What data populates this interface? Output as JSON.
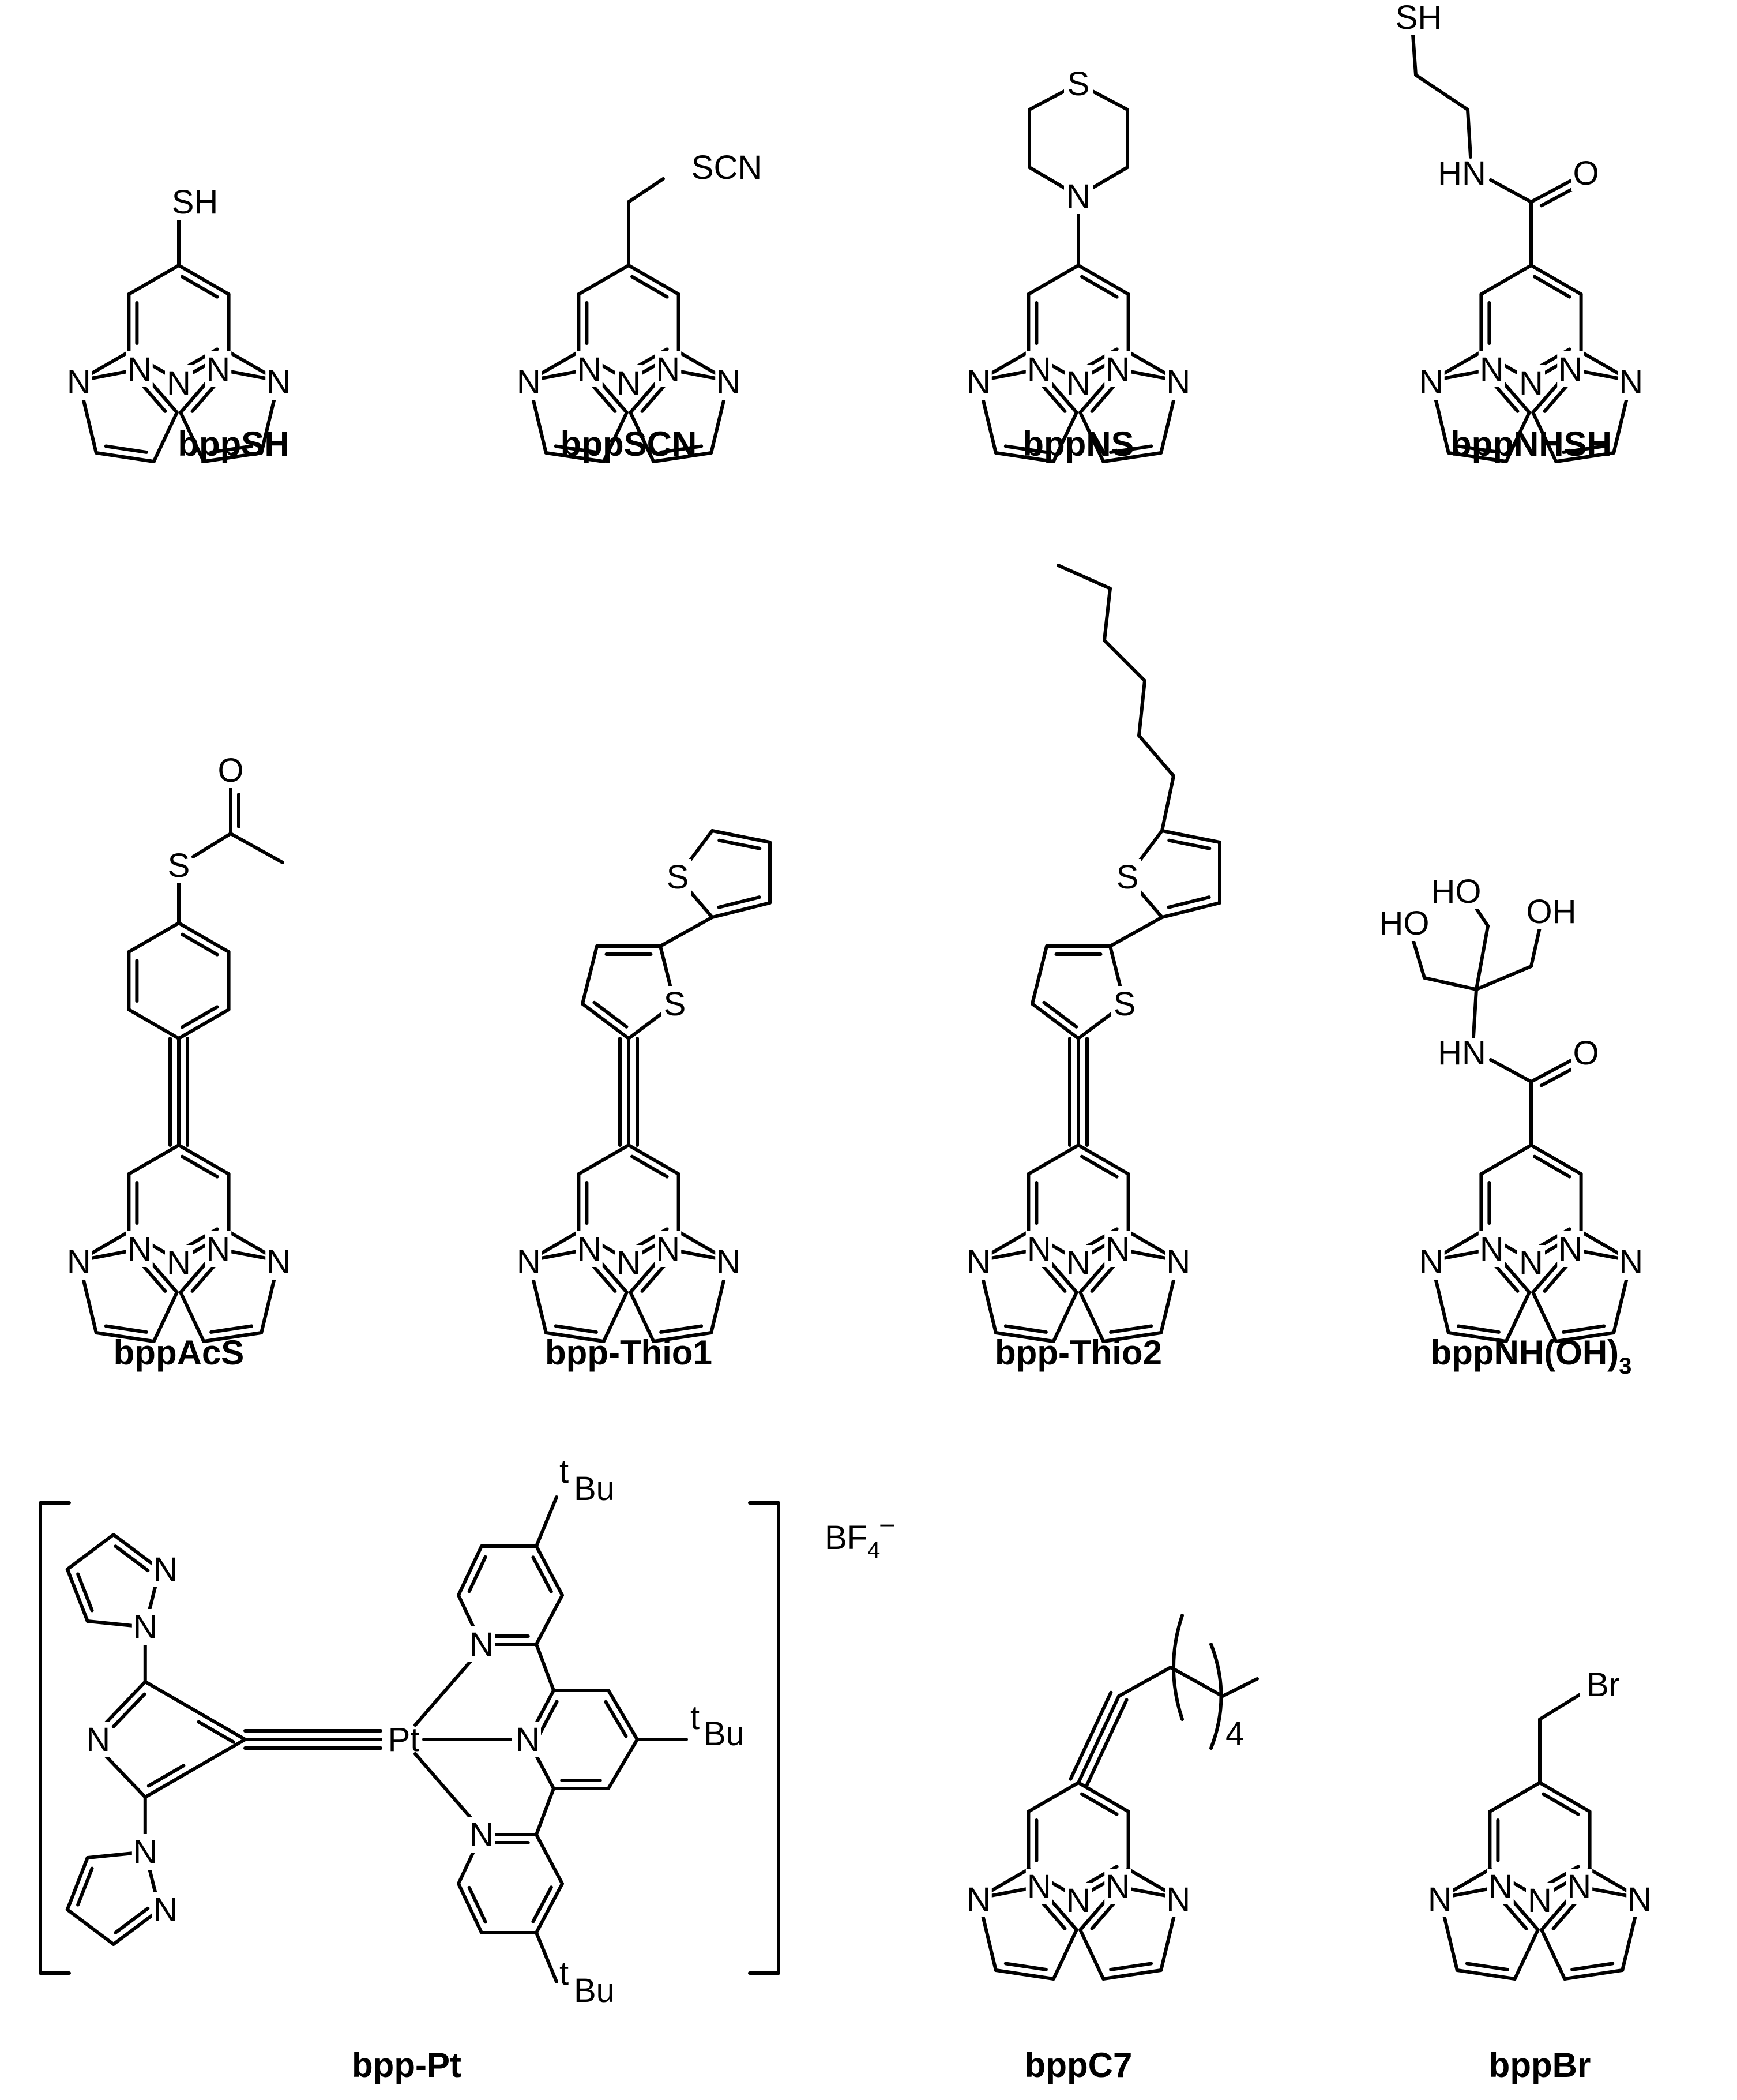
{
  "compounds": {
    "bppSH": "bppSH",
    "bppSCN": "bppSCN",
    "bppNS": "bppNS",
    "bppNHSH": "bppNHSH",
    "bppAcS": "bppAcS",
    "bppThio1": "bpp-Thio1",
    "bppThio2": "bpp-Thio2",
    "bppNHOH3_main": "bppNH(OH)",
    "bppNHOH3_sub": "3",
    "bppPt": "bpp-Pt",
    "bppC7": "bppC7",
    "bppBr": "bppBr"
  },
  "atoms": {
    "N": "N",
    "S": "S",
    "SH": "SH",
    "SCN": "SCN",
    "HN": "HN",
    "O": "O",
    "HO": "HO",
    "OH": "OH",
    "Br": "Br",
    "Pt": "Pt",
    "Bu": "Bu",
    "t": "t",
    "BF": "BF",
    "four": "4",
    "minus": "–"
  }
}
